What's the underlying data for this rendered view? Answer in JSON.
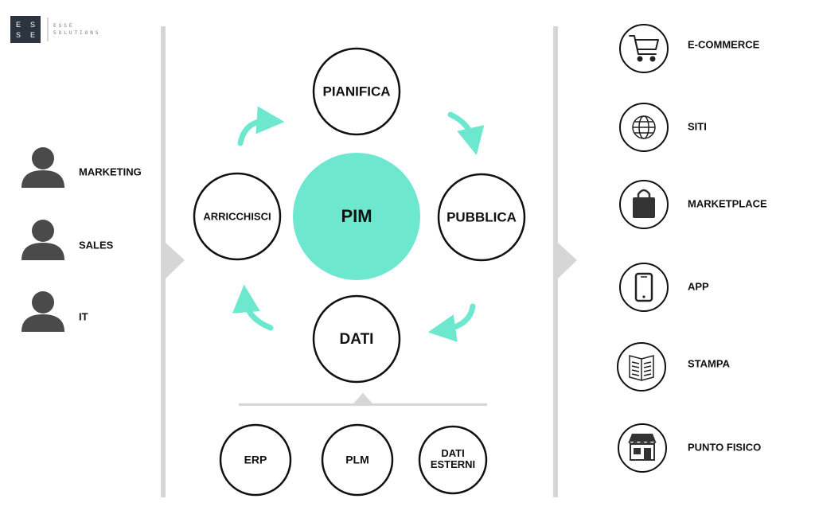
{
  "brand": {
    "logo_letters": [
      "E",
      "S",
      "S",
      "E"
    ],
    "name_line1": "ESSE",
    "name_line2": "SOLUTIONS"
  },
  "users": [
    {
      "label": "MARKETING",
      "icon": "person-icon"
    },
    {
      "label": "SALES",
      "icon": "person-icon"
    },
    {
      "label": "IT",
      "icon": "person-icon"
    }
  ],
  "cycle": {
    "center": "PIM",
    "top": "PIANIFICA",
    "right": "PUBBLICA",
    "bottom": "DATI",
    "left": "ARRICCHISCI"
  },
  "sources": [
    "ERP",
    "PLM",
    "DATI ESTERNI"
  ],
  "channels": [
    {
      "label": "E-COMMERCE",
      "icon": "cart-icon"
    },
    {
      "label": "SITI",
      "icon": "globe-icon"
    },
    {
      "label": "MARKETPLACE",
      "icon": "shopping-bag-icon"
    },
    {
      "label": "APP",
      "icon": "smartphone-icon"
    },
    {
      "label": "STAMPA",
      "icon": "newspaper-icon"
    },
    {
      "label": "PUNTO FISICO",
      "icon": "storefront-icon"
    }
  ],
  "colors": {
    "accent": "#6ee7cf",
    "dark": "#111111",
    "person": "#4a4a4a",
    "divider": "#d6d6d6",
    "logo_bg": "#2c3440"
  }
}
